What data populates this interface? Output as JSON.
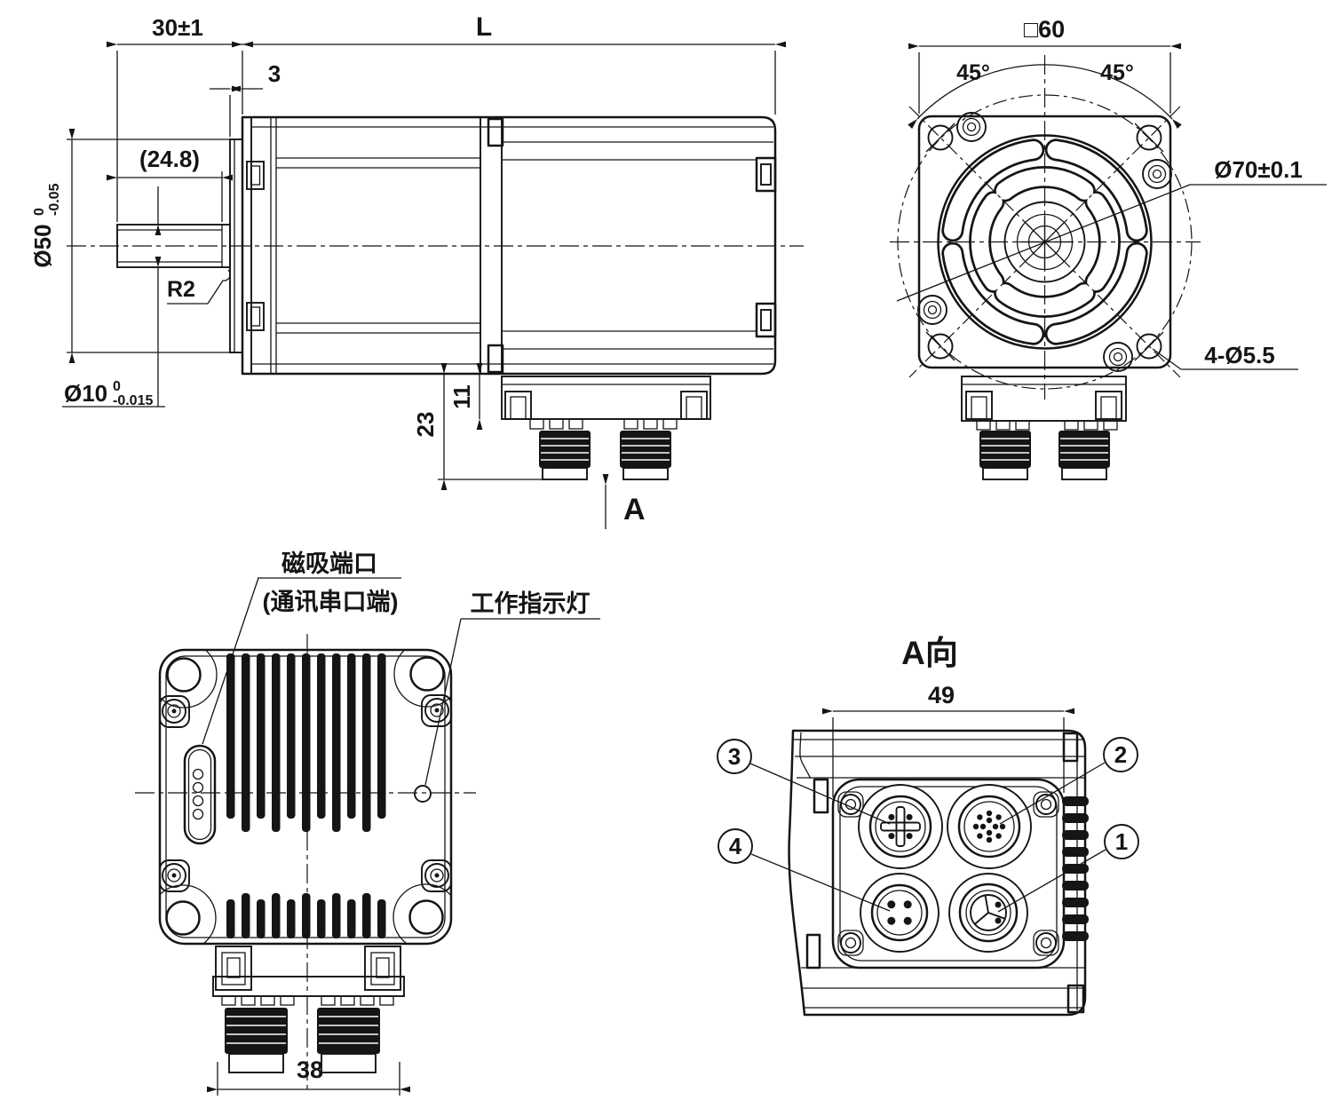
{
  "drawing": {
    "background": "#ffffff",
    "line_color": "#151515",
    "side_view": {
      "dim_shaft_length": "30±1",
      "dim_total_length": "L",
      "dim_spigot": "3",
      "dim_flat_length": "(24.8)",
      "dim_boss_dia": "Ø50",
      "dim_boss_tol_upper": "0",
      "dim_boss_tol_lower": "-0.05",
      "dim_fillet": "R2",
      "dim_shaft_dia": "Ø10",
      "dim_shaft_tol_upper": "0",
      "dim_shaft_tol_lower": "-0.015",
      "dim_step_height": "11",
      "dim_connector_height": "23",
      "view_arrow_label": "A"
    },
    "front_view": {
      "dim_frame": "□60",
      "dim_angle_left": "45°",
      "dim_angle_right": "45°",
      "dim_bolt_circle": "Ø70±0.1",
      "dim_mount_holes": "4-Ø5.5"
    },
    "rear_view": {
      "label_port_line1": "磁吸端口",
      "label_port_line2": "(通讯串口端)",
      "label_indicator": "工作指示灯",
      "dim_connector_span": "38"
    },
    "a_view": {
      "title": "A向",
      "dim_plate_width": "49",
      "callout_1": "1",
      "callout_2": "2",
      "callout_3": "3",
      "callout_4": "4"
    }
  }
}
